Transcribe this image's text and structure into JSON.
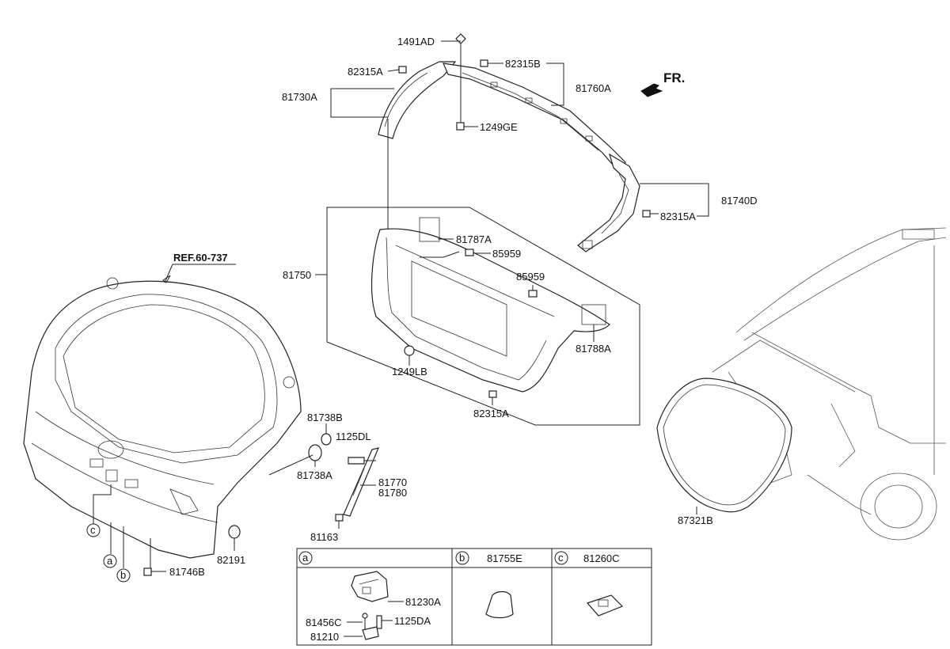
{
  "labels": {
    "l1491AD": "1491AD",
    "l82315A_top": "82315A",
    "l82315B": "82315B",
    "l81730A": "81730A",
    "l81760A": "81760A",
    "l1249GE": "1249GE",
    "fr": "FR.",
    "l81740D": "81740D",
    "l82315A_right": "82315A",
    "l81787A": "81787A",
    "l85959_a": "85959",
    "l85959_b": "85959",
    "l81750": "81750",
    "l81788A": "81788A",
    "l1249LB": "1249LB",
    "l82315A_bottom": "82315A",
    "ref": "REF.60-737",
    "l81738B": "81738B",
    "l1125DL": "1125DL",
    "l81738A": "81738A",
    "l81770": "81770",
    "l81780": "81780",
    "l81163": "81163",
    "l82191": "82191",
    "l81746B": "81746B",
    "l87321B": "87321B",
    "circ_c": "c",
    "circ_a": "a",
    "circ_b": "b"
  },
  "detail_table": {
    "a": {
      "letter": "a",
      "parts": [
        "81230A",
        "81456C",
        "1125DA",
        "81210"
      ]
    },
    "b": {
      "letter": "b",
      "part": "81755E"
    },
    "c": {
      "letter": "c",
      "part": "81260C"
    }
  }
}
